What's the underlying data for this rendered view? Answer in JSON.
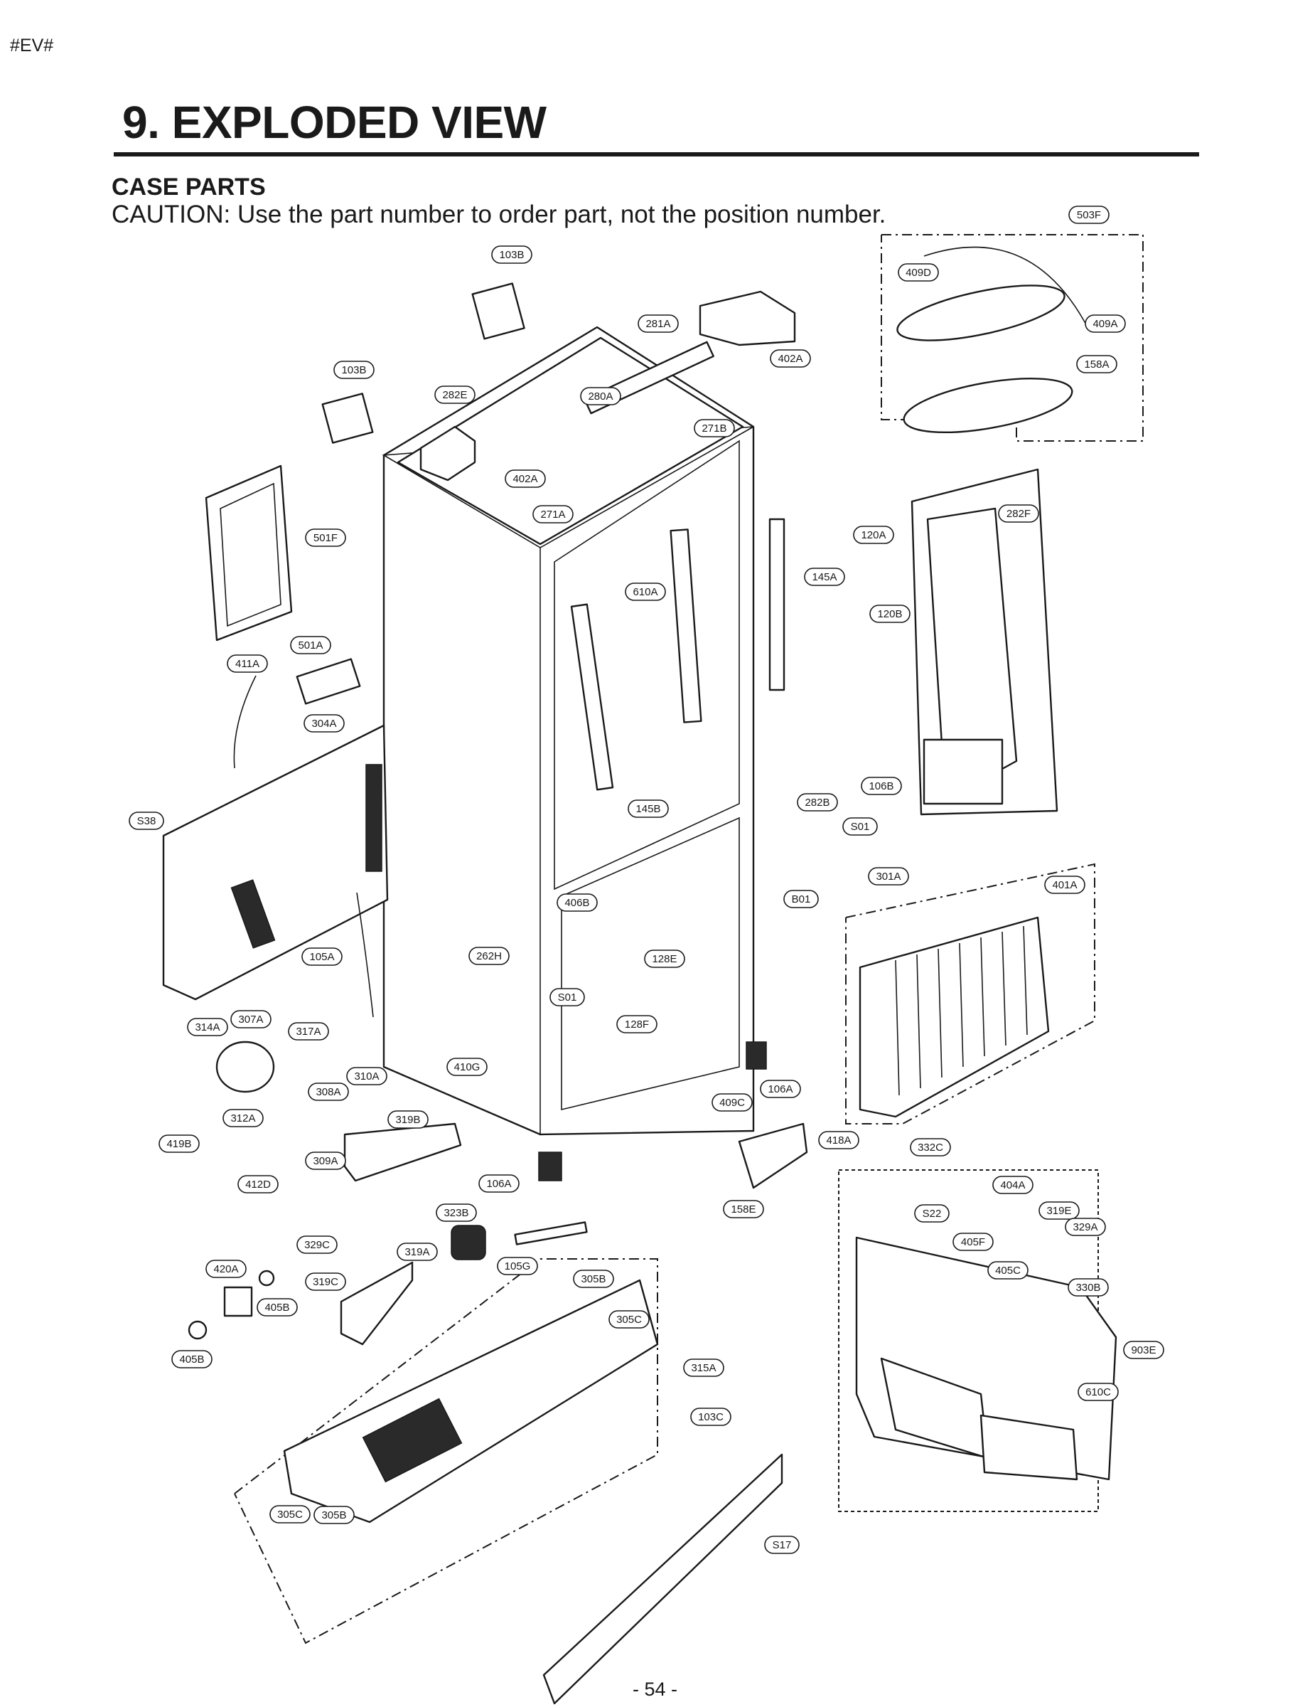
{
  "page_tag": "#EV#",
  "title": "9. EXPLODED VIEW",
  "subtitle": "CASE PARTS",
  "caution": "CAUTION: Use the part number to order part, not the position number.",
  "page_number": "- 54 -",
  "callouts": [
    "103B",
    "103B",
    "281A",
    "402A",
    "282E",
    "280A",
    "271B",
    "402A",
    "271A",
    "503F",
    "409D",
    "409A",
    "158A",
    "282F",
    "120A",
    "120B",
    "145A",
    "610A",
    "501F",
    "501A",
    "411A",
    "304A",
    "S38",
    "145B",
    "282B",
    "106B",
    "S01",
    "B01",
    "301A",
    "401A",
    "406B",
    "262H",
    "128E",
    "105A",
    "S01",
    "128F",
    "314A",
    "307A",
    "317A",
    "310A",
    "308A",
    "410G",
    "319B",
    "312A",
    "419B",
    "309A",
    "412D",
    "106A",
    "409C",
    "106A",
    "418A",
    "158E",
    "332C",
    "404A",
    "S22",
    "319E",
    "329A",
    "405F",
    "405C",
    "330B",
    "903E",
    "610C",
    "323B",
    "105G",
    "319A",
    "329C",
    "420A",
    "319C",
    "405B",
    "405B",
    "305B",
    "305C",
    "315A",
    "103C",
    "305C",
    "305B",
    "S17"
  ]
}
